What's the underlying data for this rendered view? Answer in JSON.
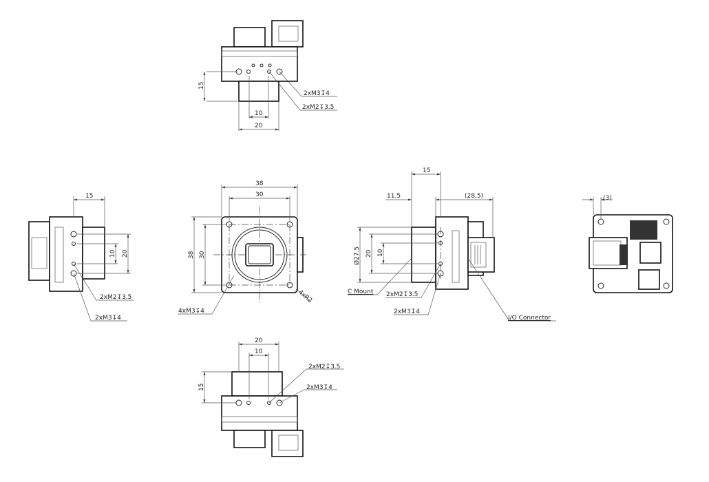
{
  "top_view": {
    "dim_height": "15",
    "dim_inner": "10",
    "dim_outer": "20",
    "label_m3": "2xM3↧4",
    "label_m2": "2xM2↧3.5"
  },
  "left_view": {
    "dim_depth": "15",
    "dim_inner": "10",
    "dim_outer": "20",
    "label_m2": "2xM2↧3.5",
    "label_m3": "2xM3↧4"
  },
  "front_view": {
    "dim_width": "38",
    "dim_hole_width": "30",
    "dim_height": "38",
    "dim_hole_height": "30",
    "label_holes": "4xM3↧4",
    "label_radius": "4xR2"
  },
  "right_view": {
    "dim_body": "15",
    "dim_lens": "11.5",
    "dim_overall": "(28.5)",
    "dim_diameter": "Ø27.5",
    "dim_outer": "20",
    "dim_inner": "10",
    "label_mount": "C Mount",
    "label_m2": "2xM2↧3.5",
    "label_m3": "2xM3↧4",
    "label_io": "I/O Connector"
  },
  "back_view": {
    "dim_offset": "(3)"
  },
  "bottom_view": {
    "dim_outer": "20",
    "dim_inner": "10",
    "dim_height": "15",
    "label_m2": "2xM2↧3.5",
    "label_m3": "2xM3↧4"
  }
}
